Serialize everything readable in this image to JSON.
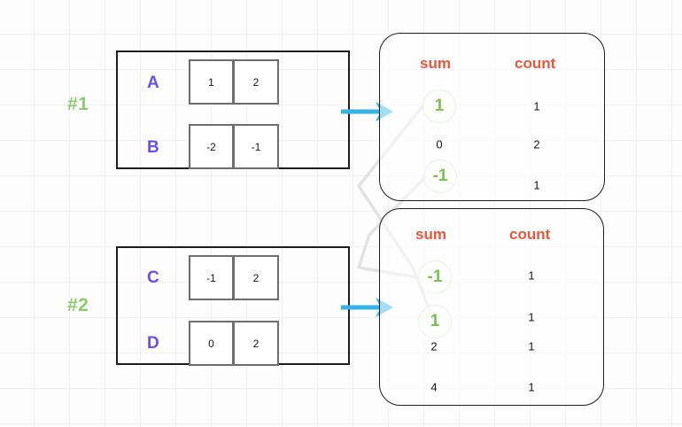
{
  "diagram": {
    "title": "prefix-sum-hashmap-merge-diagram",
    "colors": {
      "group_label": "#8ECB6E",
      "row_label": "#6B4FE8",
      "header": "#E8573C",
      "highlight": "#7FBE52",
      "arrow": "#35B3E8",
      "box_border": "#1D1D1D",
      "cell_border": "#6E6E6E",
      "link_line": "#E2E2E2",
      "grid": "#F1F3F1"
    },
    "groups": [
      {
        "label": "#1",
        "rows": [
          {
            "name": "A",
            "cells": [
              "1",
              "2"
            ]
          },
          {
            "name": "B",
            "cells": [
              "-2",
              "-1"
            ]
          }
        ],
        "table": {
          "headers": {
            "sum": "sum",
            "count": "count"
          },
          "rows": [
            {
              "sum": "1",
              "count": "1",
              "highlight": true
            },
            {
              "sum": "0",
              "count": "2",
              "highlight": false
            },
            {
              "sum": "-1",
              "count": "1",
              "highlight": true
            }
          ]
        }
      },
      {
        "label": "#2",
        "rows": [
          {
            "name": "C",
            "cells": [
              "-1",
              "2"
            ]
          },
          {
            "name": "D",
            "cells": [
              "0",
              "2"
            ]
          }
        ],
        "table": {
          "headers": {
            "sum": "sum",
            "count": "count"
          },
          "rows": [
            {
              "sum": "-1",
              "count": "1",
              "highlight": true
            },
            {
              "sum": "1",
              "count": "1",
              "highlight": true
            },
            {
              "sum": "2",
              "count": "1",
              "highlight": false
            },
            {
              "sum": "4",
              "count": "1",
              "highlight": false
            }
          ]
        }
      }
    ]
  }
}
